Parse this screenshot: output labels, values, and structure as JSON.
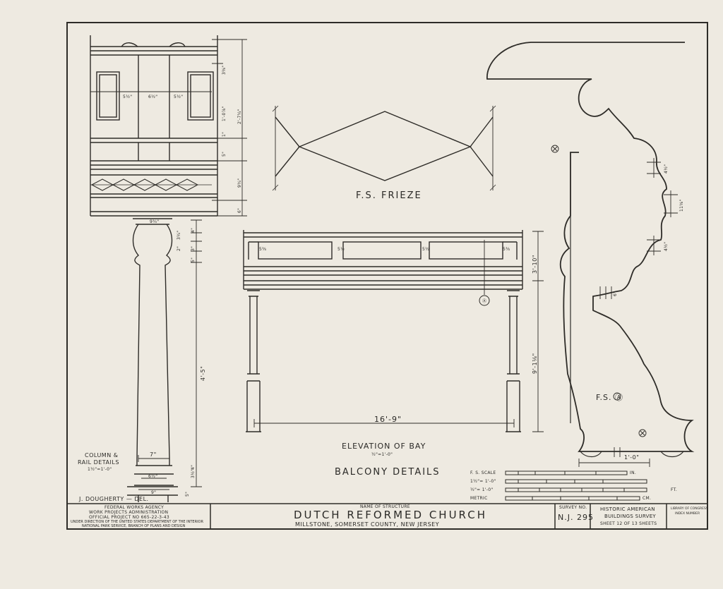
{
  "drawing": {
    "frieze_label": "F.S. FRIEZE",
    "elevation_label": "ELEVATION OF BAY",
    "elevation_scale": "½\"=1'-0\"",
    "balcony_title": "BALCONY DETAILS",
    "column_label_1": "COLUMN &",
    "column_label_2": "RAIL DETAILS",
    "column_scale": "1½\"=1'-0\"",
    "fs_a_label": "F.S. Ⓐ",
    "section_marker": "Ⓐ",
    "delineator": "J. DOUGHERTY — DEL."
  },
  "dimensions": {
    "rail_top": "3⅜\"",
    "panel_height": "1'-0⅞\"",
    "rail_total": "2'-7¼\"",
    "rail_band": "1\"",
    "rail_lower": "5\"",
    "frieze_height": "9¾\"",
    "base_rail": "6\"",
    "panel_widths": [
      "5½\"",
      "6½\"",
      "5½\""
    ],
    "col_top": "9¾\"",
    "col_a": "4\"",
    "col_b": "3¼\"",
    "col_c": "2\"",
    "col_d": "3\"",
    "col_e": "5\"",
    "col_shaft": "4'-5\"",
    "col_width": "7\"",
    "col_base": "6½\"",
    "col_foot": "9\"",
    "col_f": "3½\"",
    "col_g": "5\"",
    "col_h": "4\"",
    "bay_width": "16'-9\"",
    "bay_rail": "3'-10\"",
    "bay_column": "9'-1⅛\"",
    "bay_panel_a": "5⅜",
    "bay_panel_b": "5½",
    "fs_a": "4½\"",
    "fs_b": "11⅛\"",
    "fs_c": "4½\"",
    "fs_d": "6\"",
    "fs_width": "1'-0\""
  },
  "scales": {
    "fs_scale": "F. S. SCALE",
    "scale_1": "1½\"= 1'-0\"",
    "scale_2": "½\"= 1'-0\"",
    "metric": "METRIC",
    "unit_in": "IN.",
    "unit_ft": "FT.",
    "unit_cm": "CM."
  },
  "title_block": {
    "agency_1": "FEDERAL    WORKS    AGENCY",
    "agency_2": "WORK    PROJECTS    ADMINISTRATION",
    "agency_3": "OFFICIAL    PROJECT    NO 665-22-3-43",
    "agency_4": "UNDER DIRECTION OF THE UNITED STATES DEPARTMENT OF THE INTERIOR",
    "agency_5": "NATIONAL PARK SERVICE, BRANCH OF PLANS AND DESIGN",
    "structure_caption": "NAME OF STRUCTURE",
    "structure_name": "DUTCH  REFORMED  CHURCH",
    "location": "MILLSTONE,     SOMERSET COUNTY,       NEW JERSEY",
    "survey_caption": "SURVEY NO.",
    "survey_no": "N.J. 295",
    "habs_1": "HISTORIC AMERICAN",
    "habs_2": "BUILDINGS SURVEY",
    "sheet": "SHEET 12  OF  13  SHEETS",
    "library_1": "LIBRARY OF CONGRESS",
    "library_2": "INDEX NUMBER"
  }
}
